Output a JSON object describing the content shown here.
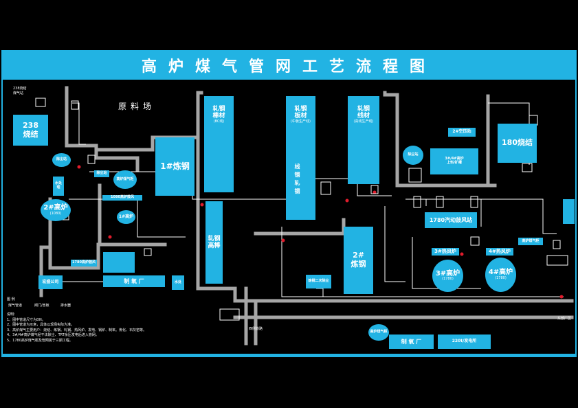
{
  "title": "高炉煤气管网工艺流程图",
  "areas": {
    "raw_yard": "原料场",
    "sinter238_top": "238烧结",
    "sinter238_top_sub": "煤气站",
    "sinter238": "238",
    "sinter238_b": "烧结",
    "steel1": "1#炼钢",
    "rolling_bar": "轧钢",
    "rolling_bar_2": "棒材",
    "rolling_bar_sub": "(BC线)",
    "rolling_plate": "轧钢",
    "rolling_plate_2": "板材",
    "rolling_plate_sub": "(中板生产线)",
    "rolling_wire": "轧钢",
    "rolling_wire_2": "线材",
    "rolling_wire_sub": "(高线生产线)",
    "rolling_mid": "轧钢",
    "rolling_mid_chars": "线钢轧钢",
    "rolling_high": "轧钢",
    "rolling_high_2": "高棒",
    "steel2": "2#",
    "steel2_b": "炼钢",
    "sinter180": "180烧结",
    "air2": "2#空压站",
    "hot_blast_1780": "1780汽动鼓风站",
    "furnace2": "2#高炉",
    "furnace2_sub": "(1080)",
    "furnace1": "1#高炉",
    "furnace3": "3#高炉",
    "furnace3_sub": "(1780)",
    "furnace4": "4#高炉",
    "furnace4_sub": "(1780)",
    "hot3": "3#热风炉",
    "hot4": "4#热风炉",
    "gas_plant_a": "制 氧 厂",
    "gas_plant_b": "制 氧 厂",
    "power_220": "220t/发电所",
    "company": "宏盛公司",
    "water": "水处",
    "water2": "理",
    "dust": "除尘站",
    "dust2": "除尘站",
    "bell_gas": "高炉煤气柜",
    "bell_gas2": "高炉煤气柜",
    "steel_sub": "炼钢二次除尘",
    "blast_3_4_a": "3#/4#高炉",
    "blast_3_4_b": "上料/矿槽",
    "ts1080": "1080高炉鼓风",
    "ts1780": "1780高炉鼓风",
    "west_road": "西侧铁路",
    "east_gate": "东部厂区"
  },
  "legend": {
    "title": "图  例",
    "col1": "煤气管道",
    "col2": "阀门/盲板",
    "col3": "排水器"
  },
  "notes": {
    "head": "说明：",
    "n1": "1、图中管道尺寸为DN。",
    "n2": "2、图中管道为示意，具体以现场实际为准。",
    "n3": "3、高炉煤气主要用户：烧结、炼钢、轧钢、热风炉、发电、锅炉、制氧、焦化、石灰窑等。",
    "n4": "4、3#/4#高炉煤气经干法除尘、TRT余压发电后进入管网。",
    "n5": "5、1780高炉煤气柜及管网属于三期工程。"
  },
  "colors": {
    "accent": "#22b3e3",
    "pipe": "#a6a6a6",
    "valve": "#e01c2c"
  }
}
